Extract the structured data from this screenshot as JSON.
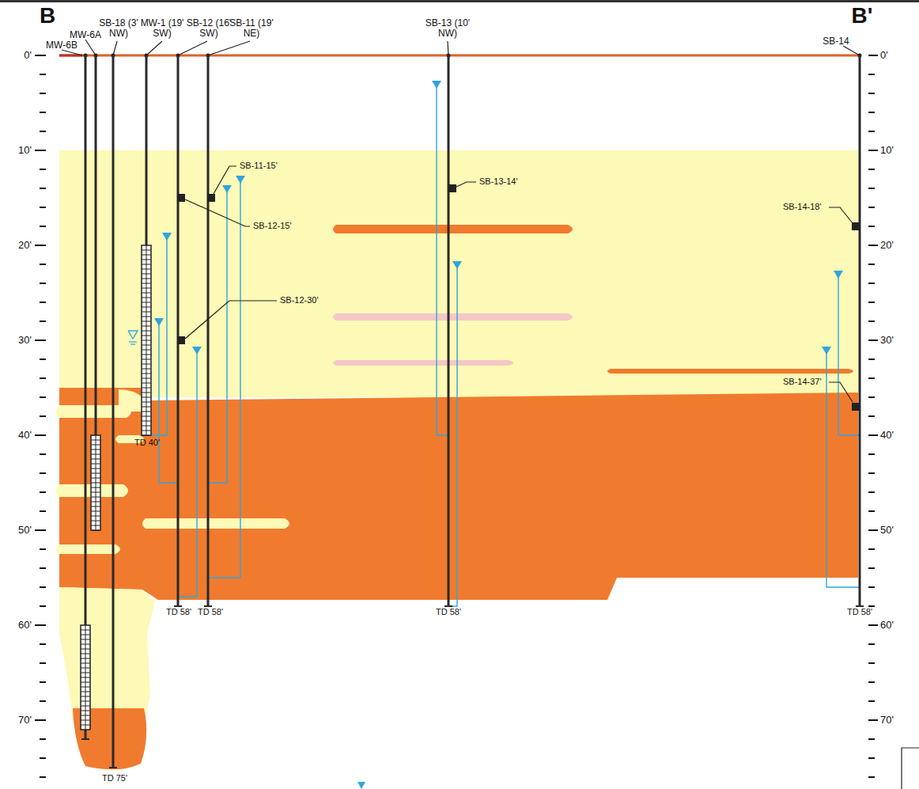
{
  "diagram": {
    "labels": [
      "B",
      "B'",
      "MW-6B",
      "MW-6A",
      "SB-18 (3' NW)",
      "MW-1 (19' SW)",
      "SB-12 (16' SW)",
      "SB-11 (19' NE)",
      "SB-13 (10' NW)",
      "SB-14",
      "0'",
      "10'",
      "20'",
      "30'",
      "40'",
      "50'",
      "60'",
      "70'",
      "0'",
      "10'",
      "20'",
      "30'",
      "40'",
      "50'",
      "60'",
      "70'",
      "SB-11-15'",
      "SB-12-15'",
      "SB-12-30'",
      "SB-13-14'",
      "SB-14-18'",
      "SB-14-37'",
      "TD 40'",
      "TD 58'",
      "TD 58'",
      "TD 58'",
      "TD 58'",
      "TD 75'"
    ]
  }
}
